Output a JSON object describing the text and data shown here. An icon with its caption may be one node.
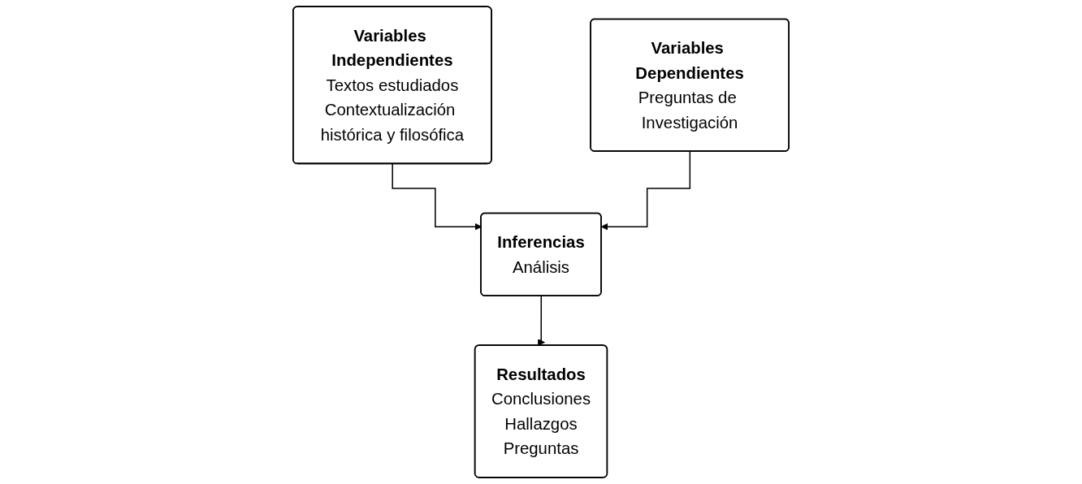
{
  "diagram": {
    "nodes": [
      {
        "text": [
          "Variables Independientes",
          "Textos estudiados",
          "Contextualización histórica y filosófica"
        ]
      },
      {
        "text": [
          "Variables Dependientes",
          "Preguntas de Investigación"
        ]
      },
      {
        "text": [
          "Inferencias",
          "Análisis"
        ]
      },
      {
        "text": [
          "Resultados",
          "Conclusiones",
          "Hallazgos",
          "Preguntas"
        ]
      }
    ],
    "edges": [
      {
        "from": 0,
        "to": 2,
        "arrow": "to"
      },
      {
        "from": 1,
        "to": 2,
        "arrow": "to"
      },
      {
        "from": 2,
        "to": 3,
        "arrow": "to"
      }
    ]
  }
}
